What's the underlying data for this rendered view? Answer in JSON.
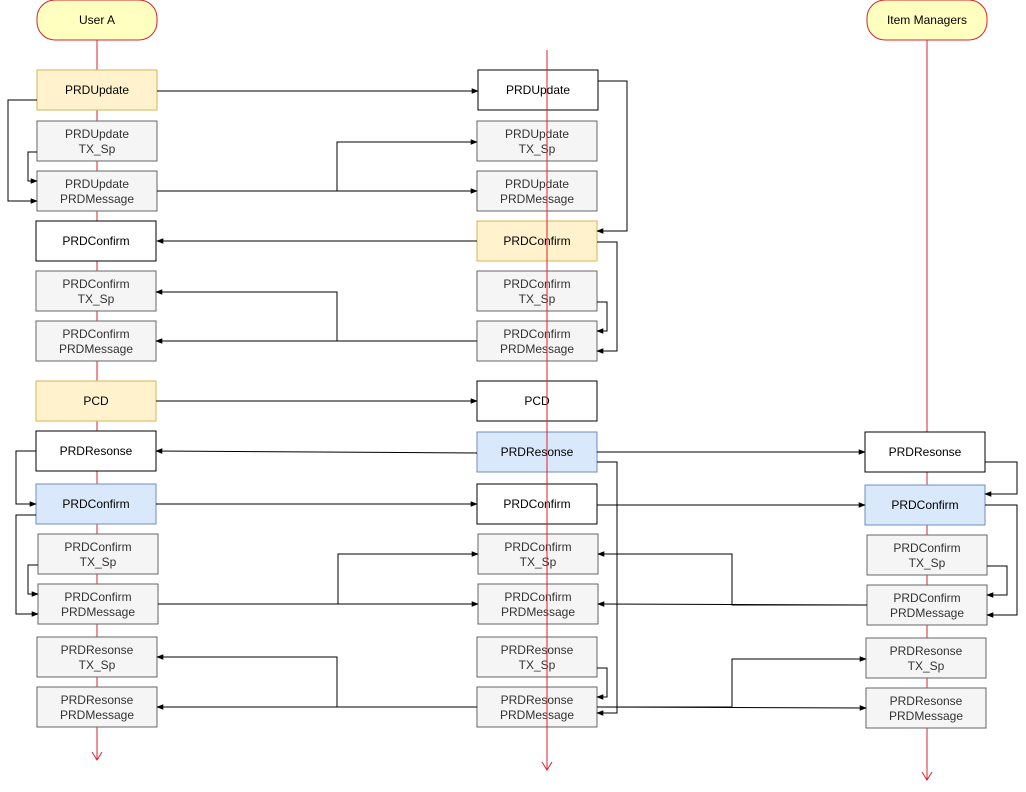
{
  "actors": {
    "user_a": "User A",
    "item_managers": "Item Managers"
  },
  "boxes": {
    "ua_prdupdate": [
      "PRDUpdate"
    ],
    "ua_prdupdate_tx": [
      "PRDUpdate",
      "TX_Sp"
    ],
    "ua_prdupdate_msg": [
      "PRDUpdate",
      "PRDMessage"
    ],
    "ua_prdconfirm": [
      "PRDConfirm"
    ],
    "ua_prdconfirm_tx": [
      "PRDConfirm",
      "TX_Sp"
    ],
    "ua_prdconfirm_msg": [
      "PRDConfirm",
      "PRDMessage"
    ],
    "ua_pcd": [
      "PCD"
    ],
    "ua_prdresonse": [
      "PRDResonse"
    ],
    "ua_prdconfirm2": [
      "PRDConfirm"
    ],
    "ua_prdconfirm2_tx": [
      "PRDConfirm",
      "TX_Sp"
    ],
    "ua_prdconfirm2_msg": [
      "PRDConfirm",
      "PRDMessage"
    ],
    "ua_prdresonse_tx": [
      "PRDResonse",
      "TX_Sp"
    ],
    "ua_prdresonse_msg": [
      "PRDResonse",
      "PRDMessage"
    ],
    "mid_prdupdate": [
      "PRDUpdate"
    ],
    "mid_prdupdate_tx": [
      "PRDUpdate",
      "TX_Sp"
    ],
    "mid_prdupdate_msg": [
      "PRDUpdate",
      "PRDMessage"
    ],
    "mid_prdconfirm": [
      "PRDConfirm"
    ],
    "mid_prdconfirm_tx": [
      "PRDConfirm",
      "TX_Sp"
    ],
    "mid_prdconfirm_msg": [
      "PRDConfirm",
      "PRDMessage"
    ],
    "mid_pcd": [
      "PCD"
    ],
    "mid_prdresonse": [
      "PRDResonse"
    ],
    "mid_prdconfirm2": [
      "PRDConfirm"
    ],
    "mid_prdconfirm2_tx": [
      "PRDConfirm",
      "TX_Sp"
    ],
    "mid_prdconfirm2_msg": [
      "PRDConfirm",
      "PRDMessage"
    ],
    "mid_prdresonse_tx": [
      "PRDResonse",
      "TX_Sp"
    ],
    "mid_prdresonse_msg": [
      "PRDResonse",
      "PRDMessage"
    ],
    "im_prdresonse": [
      "PRDResonse"
    ],
    "im_prdconfirm": [
      "PRDConfirm"
    ],
    "im_prdconfirm_tx": [
      "PRDConfirm",
      "TX_Sp"
    ],
    "im_prdconfirm_msg": [
      "PRDConfirm",
      "PRDMessage"
    ],
    "im_prdresonse_tx": [
      "PRDResonse",
      "TX_Sp"
    ],
    "im_prdresonse_msg": [
      "PRDResonse",
      "PRDMessage"
    ]
  },
  "colors": {
    "lifeline": "#d9232e",
    "actor_fill": "#ffffc0",
    "actor_stroke": "#d9232e",
    "yellow_fill": "#fff2cc",
    "yellow_stroke": "#d6b656",
    "blue_fill": "#dae8fc",
    "blue_stroke": "#6c8ebf",
    "gray_fill": "#f5f5f5",
    "gray_stroke": "#666666",
    "white_fill": "#ffffff",
    "white_stroke": "#000000",
    "gray_text": "#333333"
  }
}
